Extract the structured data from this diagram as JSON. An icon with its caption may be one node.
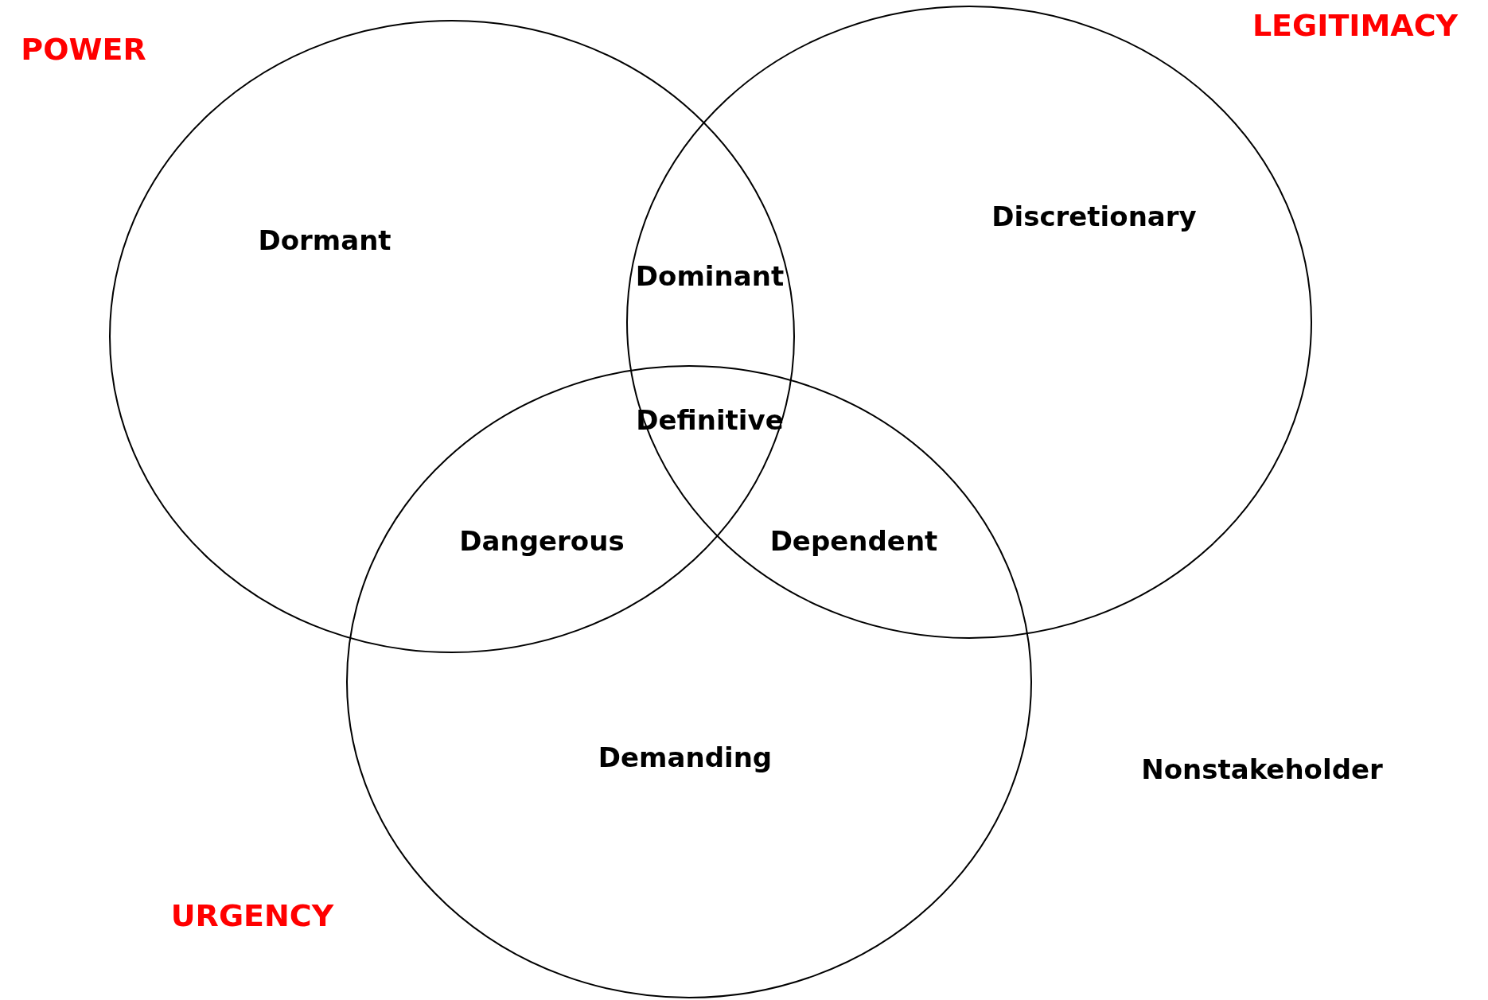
{
  "diagram": {
    "nodes": [
      {
        "text": [
          "POWER"
        ]
      },
      {
        "text": [
          "LEGITIMACY"
        ]
      },
      {
        "text": [
          "URGENCY"
        ]
      }
    ],
    "labels": [
      "Discretionary",
      "Dormant",
      "Dominant",
      "Definitive",
      "Dangerous",
      "Dependent",
      "Demanding",
      "Nonstakeholder"
    ]
  }
}
